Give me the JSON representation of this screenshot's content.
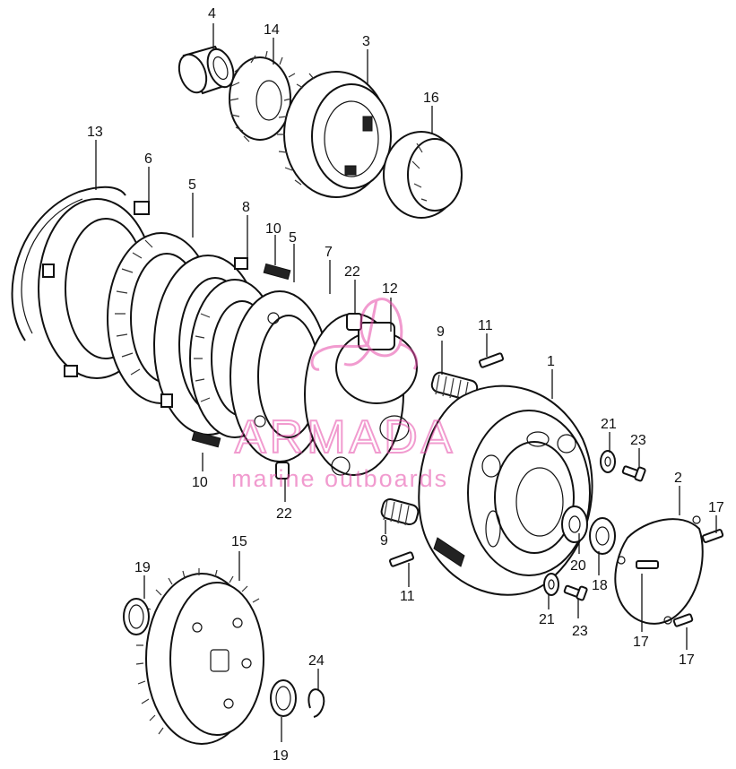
{
  "watermark": {
    "brand": "ARMADA",
    "tagline": "marine outboards",
    "color": "#e64aa8"
  },
  "callouts": {
    "c1": "1",
    "c2": "2",
    "c3": "3",
    "c4": "4",
    "c5a": "5",
    "c5b": "5",
    "c6": "6",
    "c7": "7",
    "c8": "8",
    "c9a": "9",
    "c9b": "9",
    "c10a": "10",
    "c10b": "10",
    "c11a": "11",
    "c11b": "11",
    "c12": "12",
    "c13": "13",
    "c14": "14",
    "c15": "15",
    "c16": "16",
    "c17a": "17",
    "c17b": "17",
    "c17c": "17",
    "c18": "18",
    "c19a": "19",
    "c19b": "19",
    "c20": "20",
    "c21a": "21",
    "c21b": "21",
    "c22a": "22",
    "c22b": "22",
    "c23a": "23",
    "c23b": "23",
    "c24": "24"
  }
}
